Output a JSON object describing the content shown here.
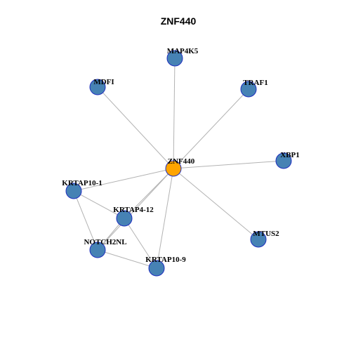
{
  "title": "ZNF440",
  "colors": {
    "center_node": "#ffa500",
    "other_node": "#4682b4",
    "node_border": "#1f2fbf",
    "edge": "#b3b3b3"
  },
  "nodes": [
    {
      "id": "ZNF440",
      "label": "ZNF440",
      "role": "center"
    },
    {
      "id": "MAP4K5",
      "label": "MAP4K5",
      "role": "neighbor"
    },
    {
      "id": "MDFI",
      "label": "MDFI",
      "role": "neighbor"
    },
    {
      "id": "TRAF1",
      "label": "TRAF1",
      "role": "neighbor"
    },
    {
      "id": "XBP1",
      "label": "XBP1",
      "role": "neighbor"
    },
    {
      "id": "KRTAP10-1",
      "label": "KRTAP10-1",
      "role": "neighbor"
    },
    {
      "id": "KRTAP4-12",
      "label": "KRTAP4-12",
      "role": "neighbor"
    },
    {
      "id": "NOTCH2NL",
      "label": "NOTCH2NL",
      "role": "neighbor"
    },
    {
      "id": "KRTAP10-9",
      "label": "KRTAP10-9",
      "role": "neighbor"
    },
    {
      "id": "MTUS2",
      "label": "MTUS2",
      "role": "neighbor"
    }
  ],
  "edges": [
    [
      "ZNF440",
      "MAP4K5"
    ],
    [
      "ZNF440",
      "MDFI"
    ],
    [
      "ZNF440",
      "TRAF1"
    ],
    [
      "ZNF440",
      "XBP1"
    ],
    [
      "ZNF440",
      "KRTAP10-1"
    ],
    [
      "ZNF440",
      "KRTAP4-12"
    ],
    [
      "ZNF440",
      "NOTCH2NL"
    ],
    [
      "ZNF440",
      "KRTAP10-9"
    ],
    [
      "ZNF440",
      "MTUS2"
    ],
    [
      "KRTAP10-1",
      "KRTAP4-12"
    ],
    [
      "KRTAP10-1",
      "NOTCH2NL"
    ],
    [
      "KRTAP4-12",
      "NOTCH2NL"
    ],
    [
      "KRTAP4-12",
      "KRTAP10-9"
    ],
    [
      "NOTCH2NL",
      "KRTAP10-9"
    ]
  ]
}
